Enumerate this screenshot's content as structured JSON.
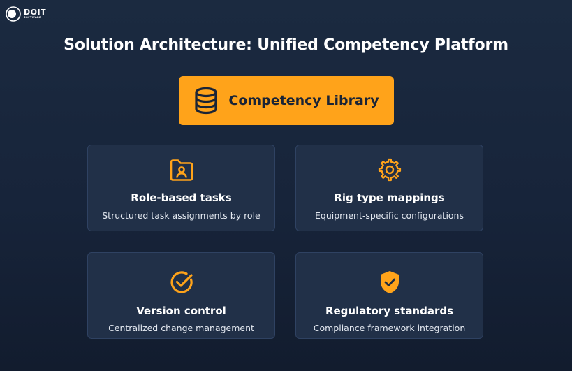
{
  "logo": {
    "main": "DOIT",
    "sub": "SOFTWARE"
  },
  "title": "Solution Architecture: Unified Competency Platform",
  "library": {
    "label": "Competency Library",
    "icon": "database-icon"
  },
  "cards": [
    {
      "title": "Role-based tasks",
      "description": "Structured task assignments by role",
      "icon": "folder-user-icon"
    },
    {
      "title": "Rig type mappings",
      "description": "Equipment-specific configurations",
      "icon": "gear-icon"
    },
    {
      "title": "Version control",
      "description": "Centralized change management",
      "icon": "check-circle-icon"
    },
    {
      "title": "Regulatory standards",
      "description": "Compliance framework integration",
      "icon": "shield-check-icon"
    }
  ],
  "colors": {
    "accent": "#ffa31a",
    "background": "#1b2a40",
    "card": "#213048",
    "card_border": "#2f4262"
  }
}
